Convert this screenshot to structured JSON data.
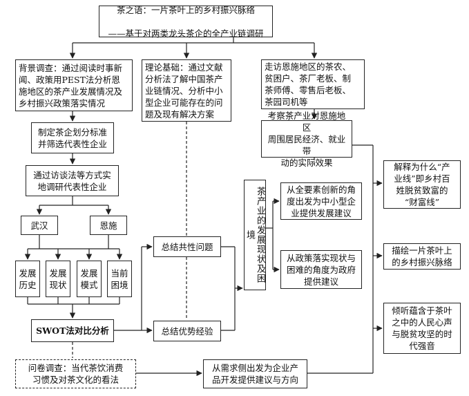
{
  "title": {
    "line1": "茶之语：一片茶叶上的乡村振兴脉络",
    "line2": "——基于对两类龙头茶企的全产业链调研"
  },
  "col1": {
    "background": "背景调查：通过阅读时事新\n闻、政策用PEST法分析恩\n施地区的茶产业发展情况及\n乡村振兴政策落实情况",
    "classify": "制定茶企划分标准\n并筛选代表性企业",
    "interview": "通过访谈法等方式实\n地调研代表性企业",
    "city_a": "武汉",
    "city_b": "恩施",
    "aspects": [
      "发展\n历史",
      "发展\n现状",
      "发展\n模式",
      "当前\n困境"
    ],
    "swot": "SWOT法对比分析",
    "survey": "问卷调查：当代茶饮消费\n习惯及对茶文化的看法"
  },
  "col2": {
    "theory": "理论基础：通过文献\n分析法了解中国茶产\n业链情况、分析中小\n型企业可能存在的问\n题及现有解决方案",
    "common": "总结共性问题",
    "advantage": "总结优势经验"
  },
  "col3": {
    "visit": "走访恩施地区的茶农、\n贫困户、茶厂老板、制\n茶师傅、零售后老板、\n茶园司机等",
    "effect": "考察茶产业对恩施地区\n周围居民经济、就业带\n动的实际效果",
    "status": "茶产业的发展现状及困境",
    "advice_sme": "从全要素创新的角\n度出发为中小型企\n业提供发展建议",
    "advice_gov": "从政策落实现状与\n困难的角度为政府\n提供建议",
    "demand": "从需求侧出发为企业产\n品开发提供建议与方向"
  },
  "col4": {
    "explain": "解释为什么“产\n业线”即乡村百\n姓脱贫致富的\n“财富线”",
    "depict": "描绘一片茶叶上\n的乡村振兴脉络",
    "listen": "倾听蕴含于茶叶\n之中的人民心声\n与脱贫攻坚的时\n代强音"
  }
}
